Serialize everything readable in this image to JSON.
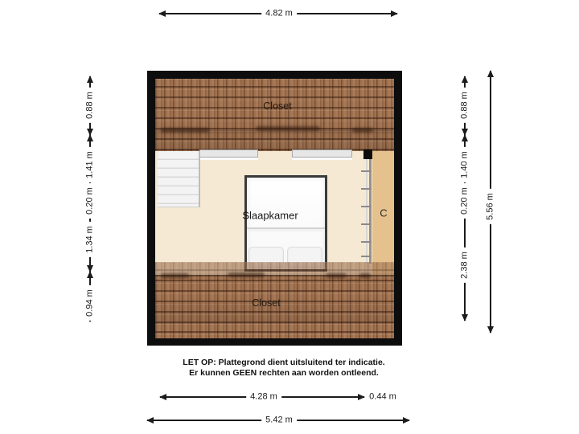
{
  "plan": {
    "rooms": {
      "closet_top": "Closet",
      "bedroom": "Slaapkamer",
      "closet_bottom": "Closet",
      "c_area": "C"
    },
    "dimensions": {
      "top": "4.82 m",
      "left": [
        "0.88 m",
        "1.41 m",
        "0.20 m",
        "1.34 m",
        "0.94 m"
      ],
      "right": [
        "0.88 m",
        "1.40 m",
        "0.20 m",
        "2.38 m"
      ],
      "right_total": "5.56 m",
      "bottom_left": "4.28 m",
      "bottom_right": "0.44 m",
      "bottom_total": "5.42 m"
    },
    "disclaimer": {
      "line1": "LET OP: Plattegrond dient uitsluitend ter indicatie.",
      "line2": "Er kunnen GEEN rechten aan worden ontleend."
    },
    "colors": {
      "wall": "#0d0d0d",
      "roof_tiles": "#a0714e",
      "floor": "#f5e9d3",
      "c_area_floor": "#e5c28d"
    }
  }
}
